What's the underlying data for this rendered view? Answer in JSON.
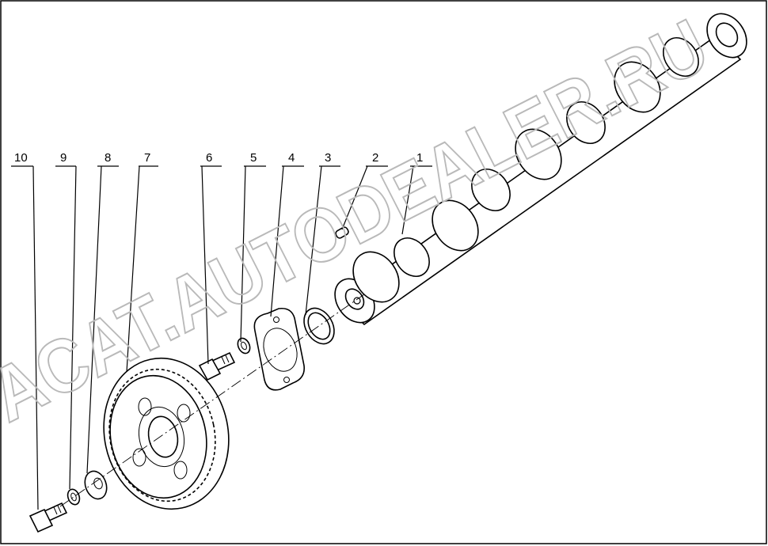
{
  "watermark": "ACAT.AUTODEALER.RU",
  "callouts": [
    "1",
    "2",
    "3",
    "4",
    "5",
    "6",
    "7",
    "8",
    "9",
    "10"
  ],
  "parts": [
    {
      "id": "1",
      "icon": "camshaft-icon"
    },
    {
      "id": "2",
      "icon": "key-icon"
    },
    {
      "id": "3",
      "icon": "ring-icon"
    },
    {
      "id": "4",
      "icon": "thrust-plate-icon"
    },
    {
      "id": "5",
      "icon": "washer-icon"
    },
    {
      "id": "6",
      "icon": "bolt-icon"
    },
    {
      "id": "7",
      "icon": "gear-icon"
    },
    {
      "id": "8",
      "icon": "washer-icon"
    },
    {
      "id": "9",
      "icon": "lock-washer-icon"
    },
    {
      "id": "10",
      "icon": "bolt-icon"
    }
  ]
}
